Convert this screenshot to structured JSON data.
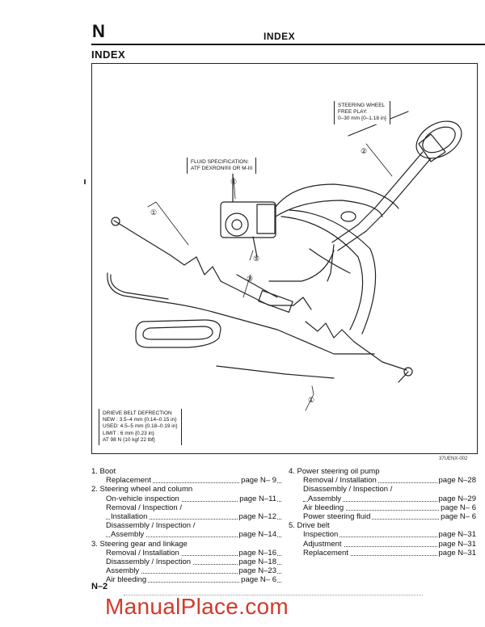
{
  "header": {
    "section_letter": "N",
    "title": "INDEX"
  },
  "subheading": "INDEX",
  "diagram": {
    "callouts": {
      "wheel": [
        "STEERING WHEEL",
        "FREE PLAY:",
        "0–30 mm {0–1.18 in}"
      ],
      "fluid": [
        "FLUID SPECIFICATION:",
        "ATF DEXRON®II OR M-III"
      ],
      "belt": [
        "DRIEVE BELT DEFRECTION",
        "NEW : 3.5–4 mm {0.14–0.15 in}",
        "USED: 4.5–5 mm {0.18–0.19 in}",
        "LIMIT : 6 mm {0.23 in}",
        "AT 98 N {10 kgf 22 lbf}"
      ]
    },
    "part_numbers": [
      "①",
      "②",
      "③",
      "④",
      "⑤",
      "①"
    ],
    "figure_code": "37UENX-002"
  },
  "index_left": [
    {
      "type": "heading",
      "text": "1. Boot"
    },
    {
      "type": "entry",
      "level": 1,
      "label": "Replacement",
      "page": "page N– 9"
    },
    {
      "type": "heading",
      "text": "2. Steering wheel and column"
    },
    {
      "type": "entry",
      "level": 1,
      "label": "On-vehicle inspection",
      "page": "page N–11"
    },
    {
      "type": "heading",
      "text": "Removal / Inspection /",
      "indent": 1
    },
    {
      "type": "entry",
      "level": 2,
      "label": "Installation",
      "page": "page N–12"
    },
    {
      "type": "heading",
      "text": "Disassembly / Inspection /",
      "indent": 1
    },
    {
      "type": "entry",
      "level": 2,
      "label": "Assembly",
      "page": "page N–14"
    },
    {
      "type": "heading",
      "text": "3. Steering gear and linkage"
    },
    {
      "type": "entry",
      "level": 1,
      "label": "Removal / Installation",
      "page": "page N–16"
    },
    {
      "type": "entry",
      "level": 1,
      "label": "Disassembly / Inspection",
      "page": "page N–18"
    },
    {
      "type": "entry",
      "level": 1,
      "label": "Assembly",
      "page": "page N–23"
    },
    {
      "type": "entry",
      "level": 1,
      "label": "Air bleeding",
      "page": "page N– 6"
    }
  ],
  "index_right": [
    {
      "type": "heading",
      "text": "4. Power steering oil pump"
    },
    {
      "type": "entry",
      "level": 1,
      "label": "Removal / Installation",
      "page": "page N–28"
    },
    {
      "type": "heading",
      "text": "Disassembly / Inspection /",
      "indent": 1
    },
    {
      "type": "entry",
      "level": 2,
      "label": "Assembly",
      "page": "page N–29"
    },
    {
      "type": "entry",
      "level": 1,
      "label": "Air bleeding",
      "page": "page N– 6"
    },
    {
      "type": "entry",
      "level": 1,
      "label": "Power steering fluid",
      "page": "page N– 6"
    },
    {
      "type": "heading",
      "text": "5. Drive belt"
    },
    {
      "type": "entry",
      "level": 1,
      "label": "Inspection",
      "page": "page N–31"
    },
    {
      "type": "entry",
      "level": 1,
      "label": "Adjustment",
      "page": "page N–31"
    },
    {
      "type": "entry",
      "level": 1,
      "label": "Replacement",
      "page": "page N–31"
    }
  ],
  "footer": {
    "page_number": "N–2"
  },
  "watermark": "ManualPlace.com",
  "colors": {
    "ink": "#111111",
    "watermark": "#d23a2a"
  }
}
